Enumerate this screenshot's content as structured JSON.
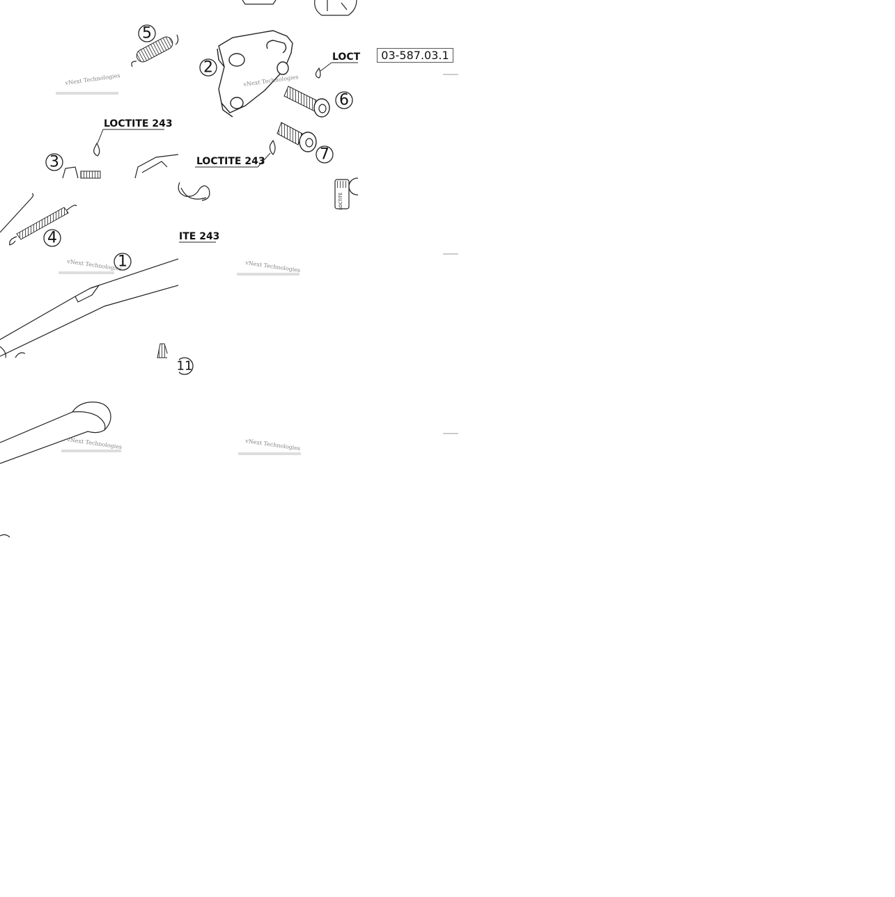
{
  "diagram": {
    "reference_code": "03-587.03.1",
    "callouts": [
      {
        "id": "5",
        "label": "5"
      },
      {
        "id": "2",
        "label": "2"
      },
      {
        "id": "6",
        "label": "6"
      },
      {
        "id": "3",
        "label": "3"
      },
      {
        "id": "7",
        "label": "7"
      },
      {
        "id": "4",
        "label": "4"
      },
      {
        "id": "1",
        "label": "1"
      },
      {
        "id": "11",
        "label": "11"
      }
    ],
    "loctite_labels": {
      "top_right": "LOCT",
      "left": "LOCTITE 243",
      "center": "LOCTITE 243",
      "bottom": "ITE 243"
    },
    "bottle_label": "LOCTITE",
    "watermark": "vNext Technologies"
  }
}
